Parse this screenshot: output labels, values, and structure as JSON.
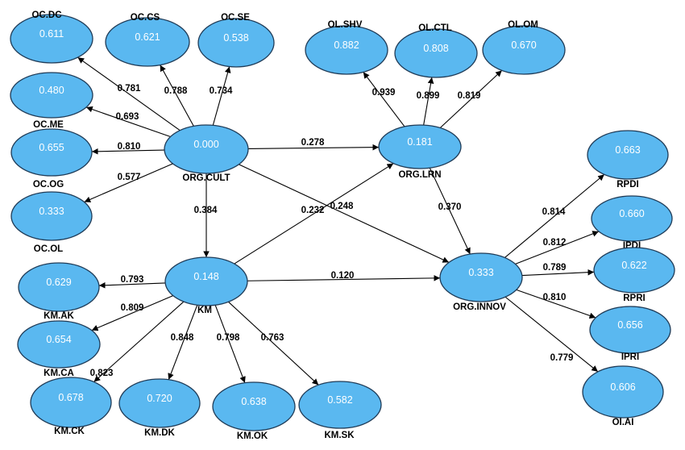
{
  "nodes": {
    "oc_dc": {
      "value": "0.611",
      "label": "OC.DC"
    },
    "oc_cs": {
      "value": "0.621",
      "label": "OC.CS"
    },
    "oc_se": {
      "value": "0.538",
      "label": "OC.SE"
    },
    "oc_me": {
      "value": "0.480",
      "label": "OC.ME"
    },
    "oc_og": {
      "value": "0.655",
      "label": "OC.OG"
    },
    "oc_ol": {
      "value": "0.333",
      "label": "OC.OL"
    },
    "org_cult": {
      "value": "0.000",
      "label": "ORG.CULT"
    },
    "ol_shv": {
      "value": "0.882",
      "label": "OL.SHV"
    },
    "ol_ctl": {
      "value": "0.808",
      "label": "OL.CTL"
    },
    "ol_om": {
      "value": "0.670",
      "label": "OL.OM"
    },
    "org_lrn": {
      "value": "0.181",
      "label": "ORG.LRN"
    },
    "rpdi": {
      "value": "0.663",
      "label": "RPDI"
    },
    "ipdi": {
      "value": "0.660",
      "label": "IPDI"
    },
    "rpri": {
      "value": "0.622",
      "label": "RPRI"
    },
    "ipri": {
      "value": "0.656",
      "label": "IPRI"
    },
    "oi_ai": {
      "value": "0.606",
      "label": "OI.AI"
    },
    "org_innov": {
      "value": "0.333",
      "label": "ORG.INNOV"
    },
    "km": {
      "value": "0.148",
      "label": "KM"
    },
    "km_ak": {
      "value": "0.629",
      "label": "KM.AK"
    },
    "km_ca": {
      "value": "0.654",
      "label": "KM.CA"
    },
    "km_ck": {
      "value": "0.678",
      "label": "KM.CK"
    },
    "km_dk": {
      "value": "0.720",
      "label": "KM.DK"
    },
    "km_ok": {
      "value": "0.638",
      "label": "KM.OK"
    },
    "km_sk": {
      "value": "0.582",
      "label": "KM.SK"
    }
  },
  "edges": [
    {
      "from": "org_cult",
      "to": "oc_dc",
      "label": "0.781"
    },
    {
      "from": "org_cult",
      "to": "oc_cs",
      "label": "0.788"
    },
    {
      "from": "org_cult",
      "to": "oc_se",
      "label": "0.734"
    },
    {
      "from": "org_cult",
      "to": "oc_me",
      "label": "0.693"
    },
    {
      "from": "org_cult",
      "to": "oc_og",
      "label": "0.810"
    },
    {
      "from": "org_cult",
      "to": "oc_ol",
      "label": "0.577"
    },
    {
      "from": "org_cult",
      "to": "org_lrn",
      "label": "0.278"
    },
    {
      "from": "org_cult",
      "to": "km",
      "label": "0.384"
    },
    {
      "from": "org_cult",
      "to": "org_innov",
      "label": "0.248"
    },
    {
      "from": "org_lrn",
      "to": "ol_shv",
      "label": "0.939"
    },
    {
      "from": "org_lrn",
      "to": "ol_ctl",
      "label": "0.899"
    },
    {
      "from": "org_lrn",
      "to": "ol_om",
      "label": "0.819"
    },
    {
      "from": "org_lrn",
      "to": "org_innov",
      "label": "0.370"
    },
    {
      "from": "km",
      "to": "org_lrn",
      "label": "0.232"
    },
    {
      "from": "km",
      "to": "org_innov",
      "label": "0.120"
    },
    {
      "from": "km",
      "to": "km_ak",
      "label": "0.793"
    },
    {
      "from": "km",
      "to": "km_ca",
      "label": "0.809"
    },
    {
      "from": "km",
      "to": "km_ck",
      "label": "0.823"
    },
    {
      "from": "km",
      "to": "km_dk",
      "label": "0.848"
    },
    {
      "from": "km",
      "to": "km_ok",
      "label": "0.798"
    },
    {
      "from": "km",
      "to": "km_sk",
      "label": "0.763"
    },
    {
      "from": "org_innov",
      "to": "rpdi",
      "label": "0.814"
    },
    {
      "from": "org_innov",
      "to": "ipdi",
      "label": "0.812"
    },
    {
      "from": "org_innov",
      "to": "rpri",
      "label": "0.789"
    },
    {
      "from": "org_innov",
      "to": "ipri",
      "label": "0.810"
    },
    {
      "from": "org_innov",
      "to": "oi_ai",
      "label": "0.779"
    }
  ]
}
